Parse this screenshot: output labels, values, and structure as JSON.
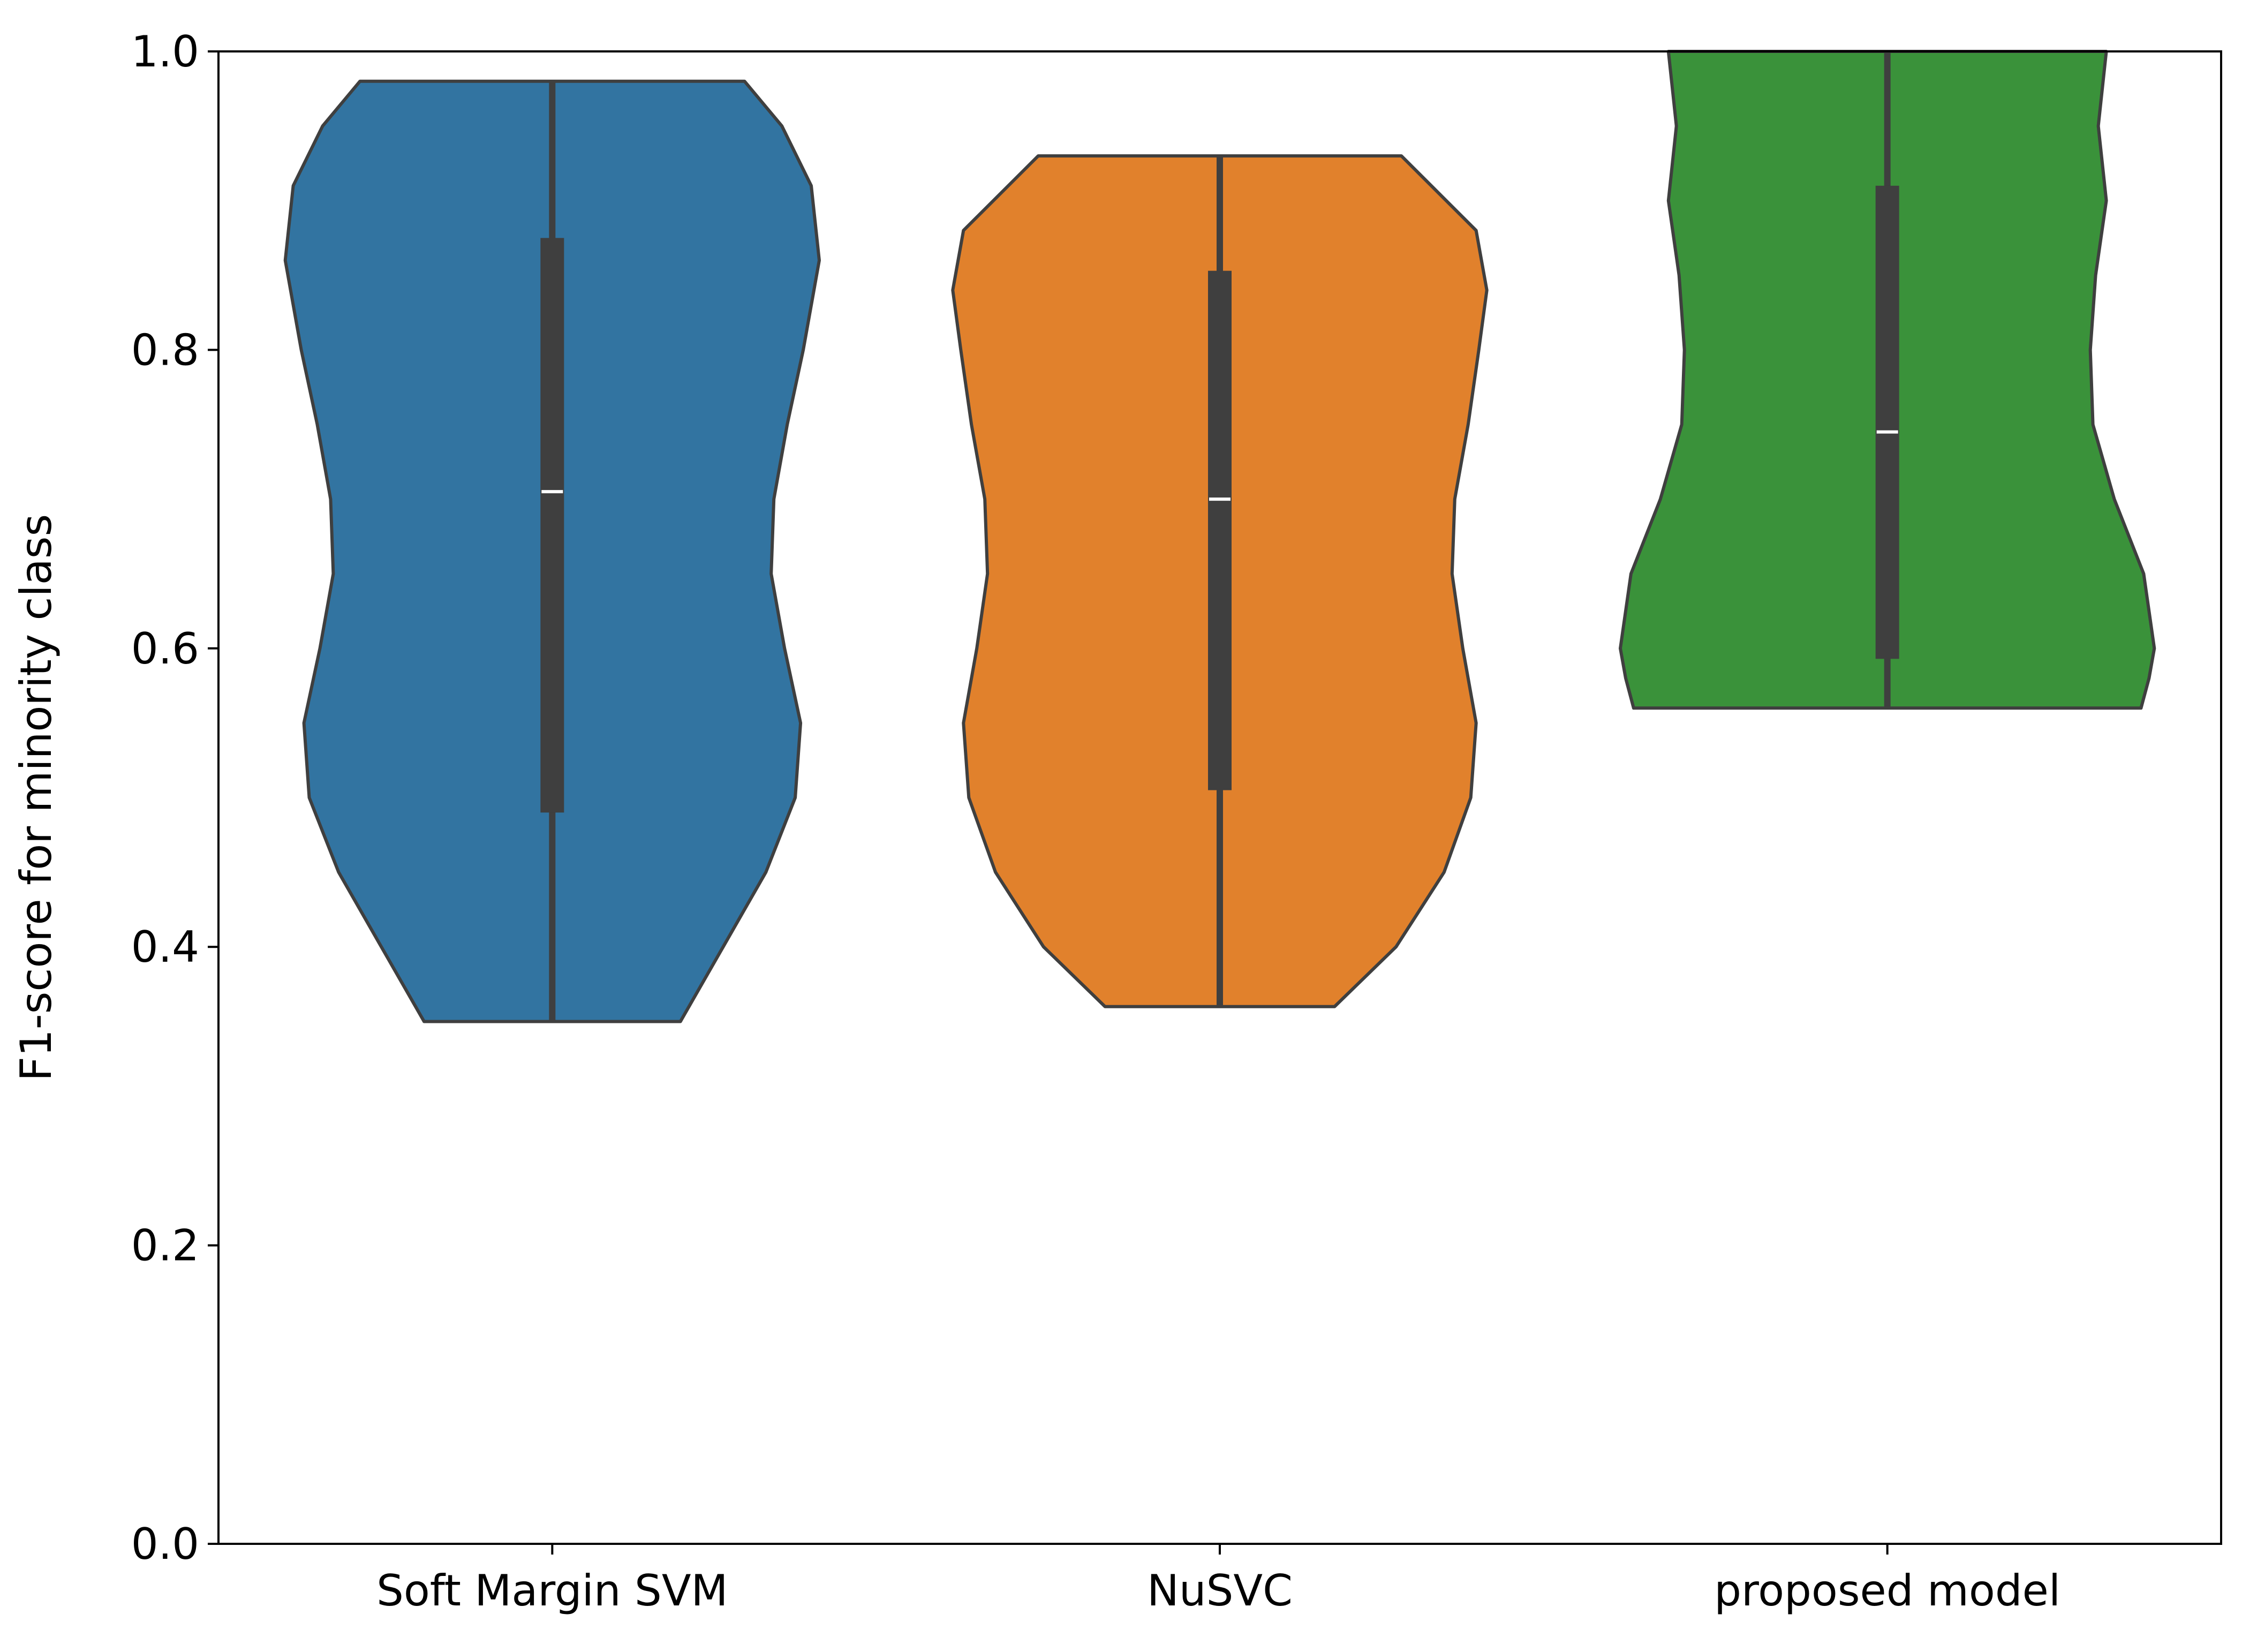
{
  "chart_data": {
    "type": "violin",
    "ylabel": "F1-score for minority class",
    "xlabel": "",
    "ylim": [
      0.0,
      1.0
    ],
    "yticks": [
      "0.0",
      "0.2",
      "0.4",
      "0.6",
      "0.8",
      "1.0"
    ],
    "categories": [
      "Soft Margin SVM",
      "NuSVC",
      "proposed model"
    ],
    "colors": [
      "#3274a1",
      "#e1812c",
      "#3a923a"
    ],
    "edge_color": "#3f3f3f",
    "grid": false,
    "series": [
      {
        "min": 0.35,
        "max": 0.98,
        "q1": 0.49,
        "median": 0.705,
        "q3": 0.875,
        "profile": [
          [
            0.35,
            0.48
          ],
          [
            0.4,
            0.64
          ],
          [
            0.45,
            0.8
          ],
          [
            0.5,
            0.91
          ],
          [
            0.55,
            0.93
          ],
          [
            0.6,
            0.87
          ],
          [
            0.65,
            0.82
          ],
          [
            0.7,
            0.83
          ],
          [
            0.75,
            0.88
          ],
          [
            0.8,
            0.94
          ],
          [
            0.86,
            1.0
          ],
          [
            0.91,
            0.97
          ],
          [
            0.95,
            0.86
          ],
          [
            0.98,
            0.72
          ]
        ]
      },
      {
        "min": 0.36,
        "max": 0.93,
        "q1": 0.505,
        "median": 0.7,
        "q3": 0.853,
        "profile": [
          [
            0.36,
            0.43
          ],
          [
            0.4,
            0.66
          ],
          [
            0.45,
            0.84
          ],
          [
            0.5,
            0.94
          ],
          [
            0.55,
            0.96
          ],
          [
            0.6,
            0.91
          ],
          [
            0.65,
            0.87
          ],
          [
            0.7,
            0.88
          ],
          [
            0.75,
            0.93
          ],
          [
            0.8,
            0.97
          ],
          [
            0.84,
            1.0
          ],
          [
            0.88,
            0.96
          ],
          [
            0.93,
            0.68
          ]
        ]
      },
      {
        "min": 0.56,
        "max": 1.0,
        "q1": 0.593,
        "median": 0.745,
        "q3": 0.91,
        "profile": [
          [
            0.56,
            0.95
          ],
          [
            0.58,
            0.98
          ],
          [
            0.6,
            1.0
          ],
          [
            0.65,
            0.96
          ],
          [
            0.7,
            0.85
          ],
          [
            0.75,
            0.77
          ],
          [
            0.8,
            0.76
          ],
          [
            0.85,
            0.78
          ],
          [
            0.9,
            0.82
          ],
          [
            0.95,
            0.79
          ],
          [
            1.0,
            0.82
          ]
        ]
      }
    ]
  }
}
